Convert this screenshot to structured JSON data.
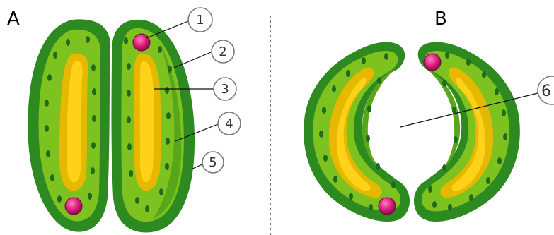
{
  "panels": {
    "a": {
      "letter": "A"
    },
    "b": {
      "letter": "B"
    }
  },
  "callouts": [
    {
      "number": "1"
    },
    {
      "number": "2"
    },
    {
      "number": "3"
    },
    {
      "number": "4"
    },
    {
      "number": "5"
    },
    {
      "number": "6"
    }
  ],
  "colors": {
    "outer_wall": "#2c8a20",
    "cytoplasm": "#7dc21e",
    "thick_wall": "#58a61a",
    "vacuole_outer": "#e6b800",
    "vacuole_inner": "#ffd21a",
    "nucleus": "#d81b7a",
    "chloroplast": "#1f6b1a",
    "divider": "#777777"
  }
}
